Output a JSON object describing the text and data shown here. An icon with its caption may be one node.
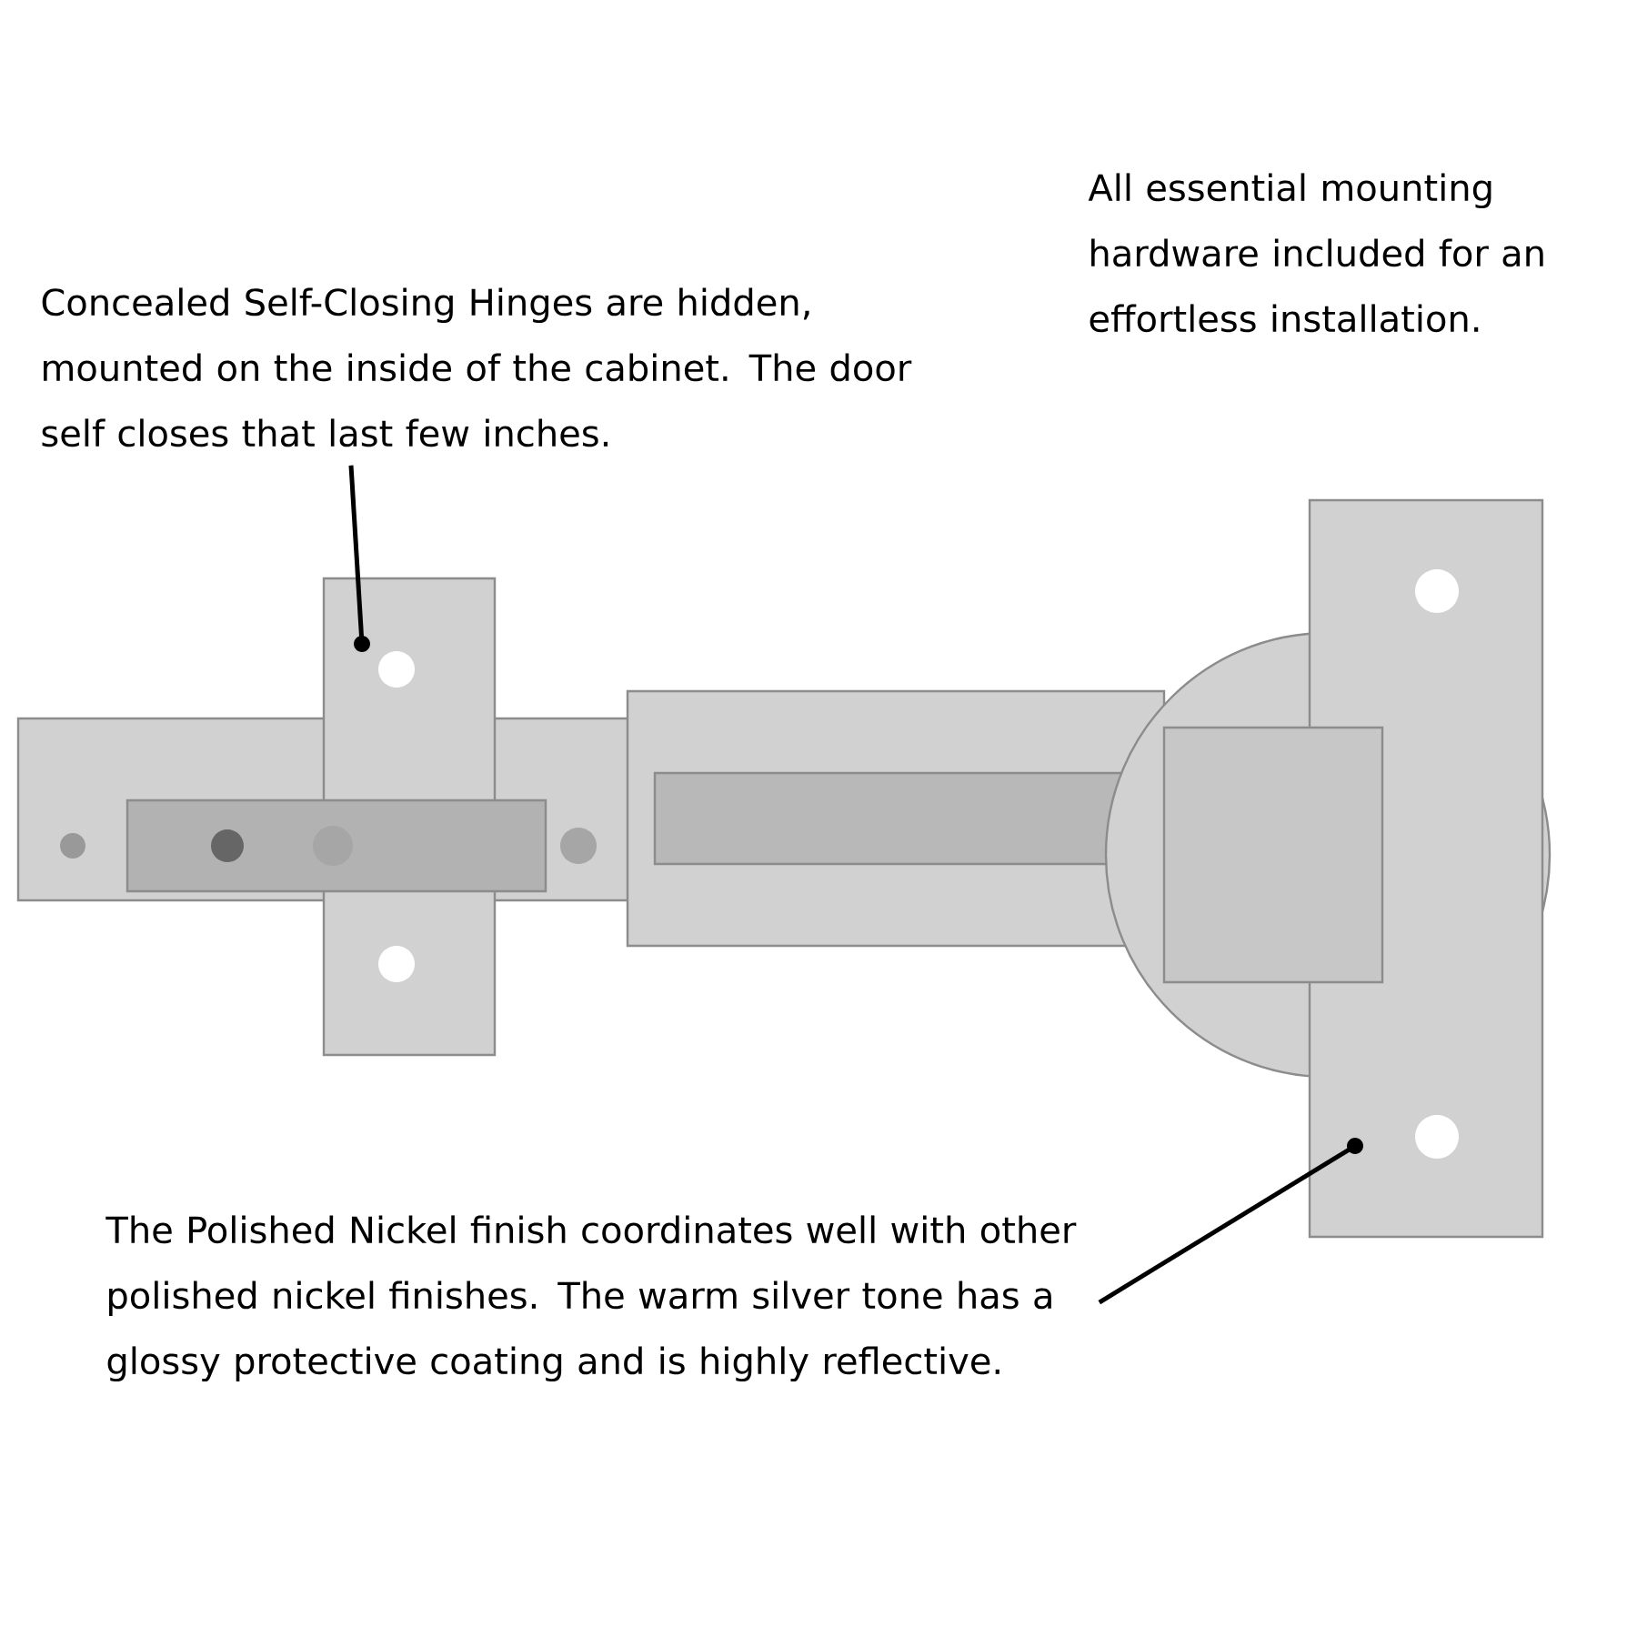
{
  "diagram": {
    "nodes": [
      {
        "text": [
          "Concealed Self-Closing Hinges are hidden, mounted on the inside of the cabinet. The door self closes that last few inches."
        ]
      },
      {
        "text": [
          "The Polished Nickel finish coordinates well with other polished nickel finishes. The warm silver tone has a glossy protective coating and is highly reflective."
        ]
      }
    ],
    "edges": [
      {
        "from": 0,
        "to": null,
        "arrow": "other"
      },
      {
        "from": 1,
        "to": null,
        "arrow": "other"
      }
    ],
    "labels": [
      "All essential mounting hardware included for an effortless installation."
    ]
  }
}
